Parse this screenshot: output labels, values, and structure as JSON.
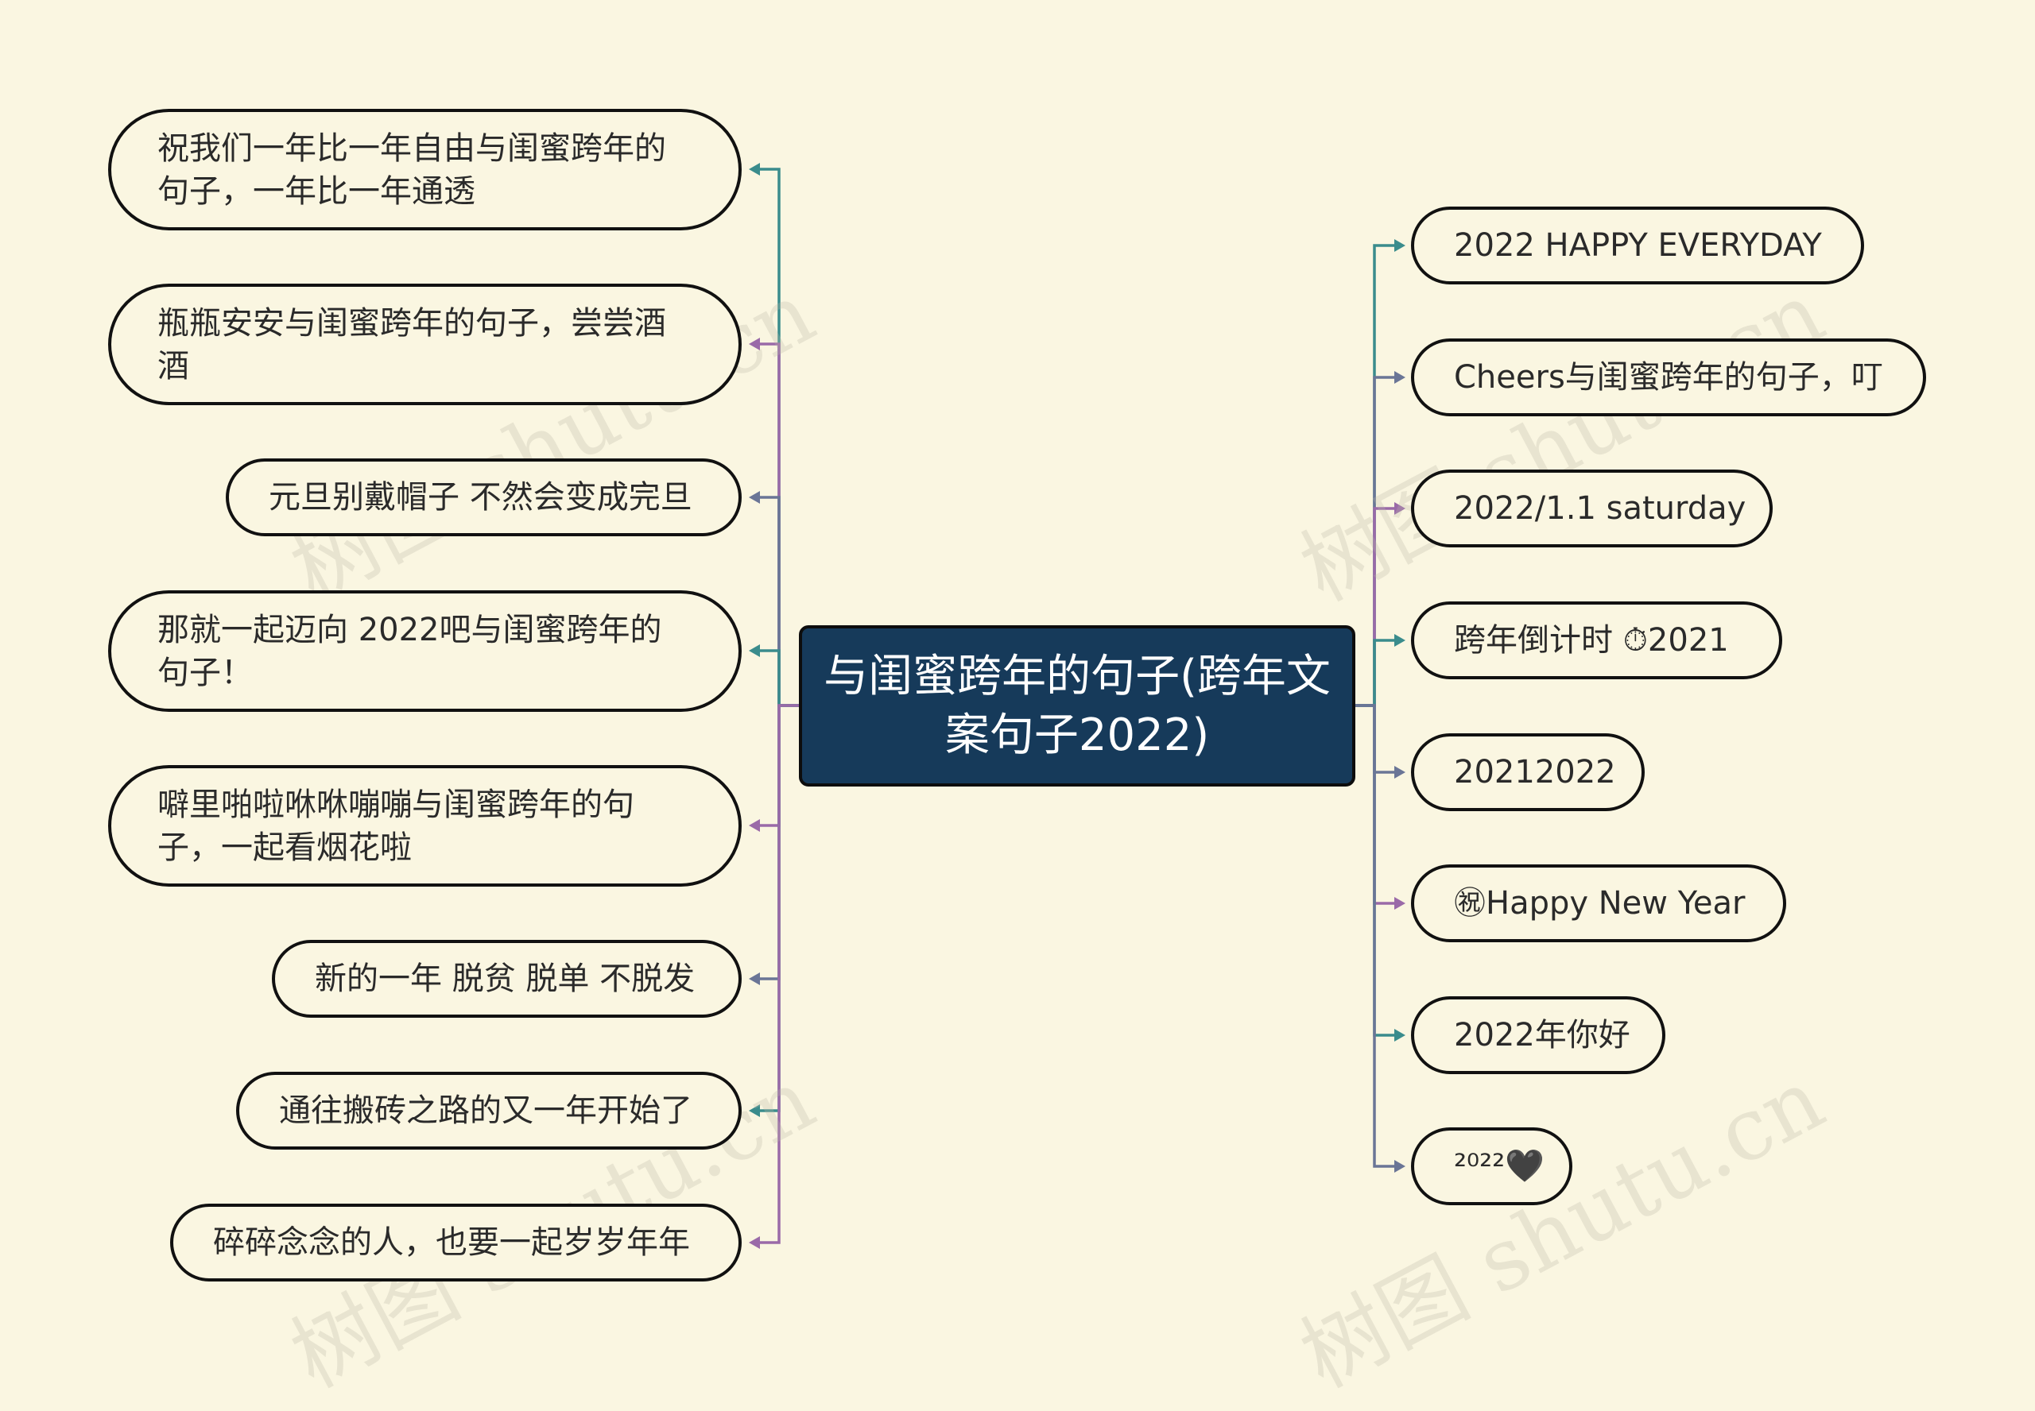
{
  "center": {
    "title": "与闺蜜跨年的句子(跨年文案句子2022)"
  },
  "left_nodes": [
    {
      "text": "祝我们一年比一年自由与闺蜜跨年的句子，一年比一年通透",
      "color": "#3a8c8c"
    },
    {
      "text": "瓶瓶安安与闺蜜跨年的句子，尝尝酒酒",
      "color": "#9a6aa8"
    },
    {
      "text": "元旦别戴帽子 不然会变成完旦",
      "color": "#6a7596"
    },
    {
      "text": "那就一起迈向 2022吧与闺蜜跨年的句子！",
      "color": "#3a8c8c"
    },
    {
      "text": "噼里啪啦咻咻嘣嘣与闺蜜跨年的句子，一起看烟花啦",
      "color": "#9a6aa8"
    },
    {
      "text": "新的一年 脱贫 脱单 不脱发",
      "color": "#6a7596"
    },
    {
      "text": "通往搬砖之路的又一年开始了",
      "color": "#3a8c8c"
    },
    {
      "text": "碎碎念念的人，也要一起岁岁年年",
      "color": "#9a6aa8"
    }
  ],
  "right_nodes": [
    {
      "text": "2022 HAPPY EVERYDAY",
      "color": "#3a8c8c"
    },
    {
      "text": "Cheers与闺蜜跨年的句子，叮",
      "color": "#6a7596"
    },
    {
      "text": "2022/1.1 saturday",
      "color": "#9a6aa8"
    },
    {
      "text": "跨年倒计时 ⏱2021",
      "color": "#3a8c8c"
    },
    {
      "text": "20212022",
      "color": "#6a7596"
    },
    {
      "text": "㊗Happy New Year",
      "color": "#9a6aa8"
    },
    {
      "text": "2022年你好",
      "color": "#3a8c8c"
    },
    {
      "text": "²⁰²²🖤",
      "color": "#6a7596"
    }
  ],
  "watermark": "树图 shutu.cn"
}
